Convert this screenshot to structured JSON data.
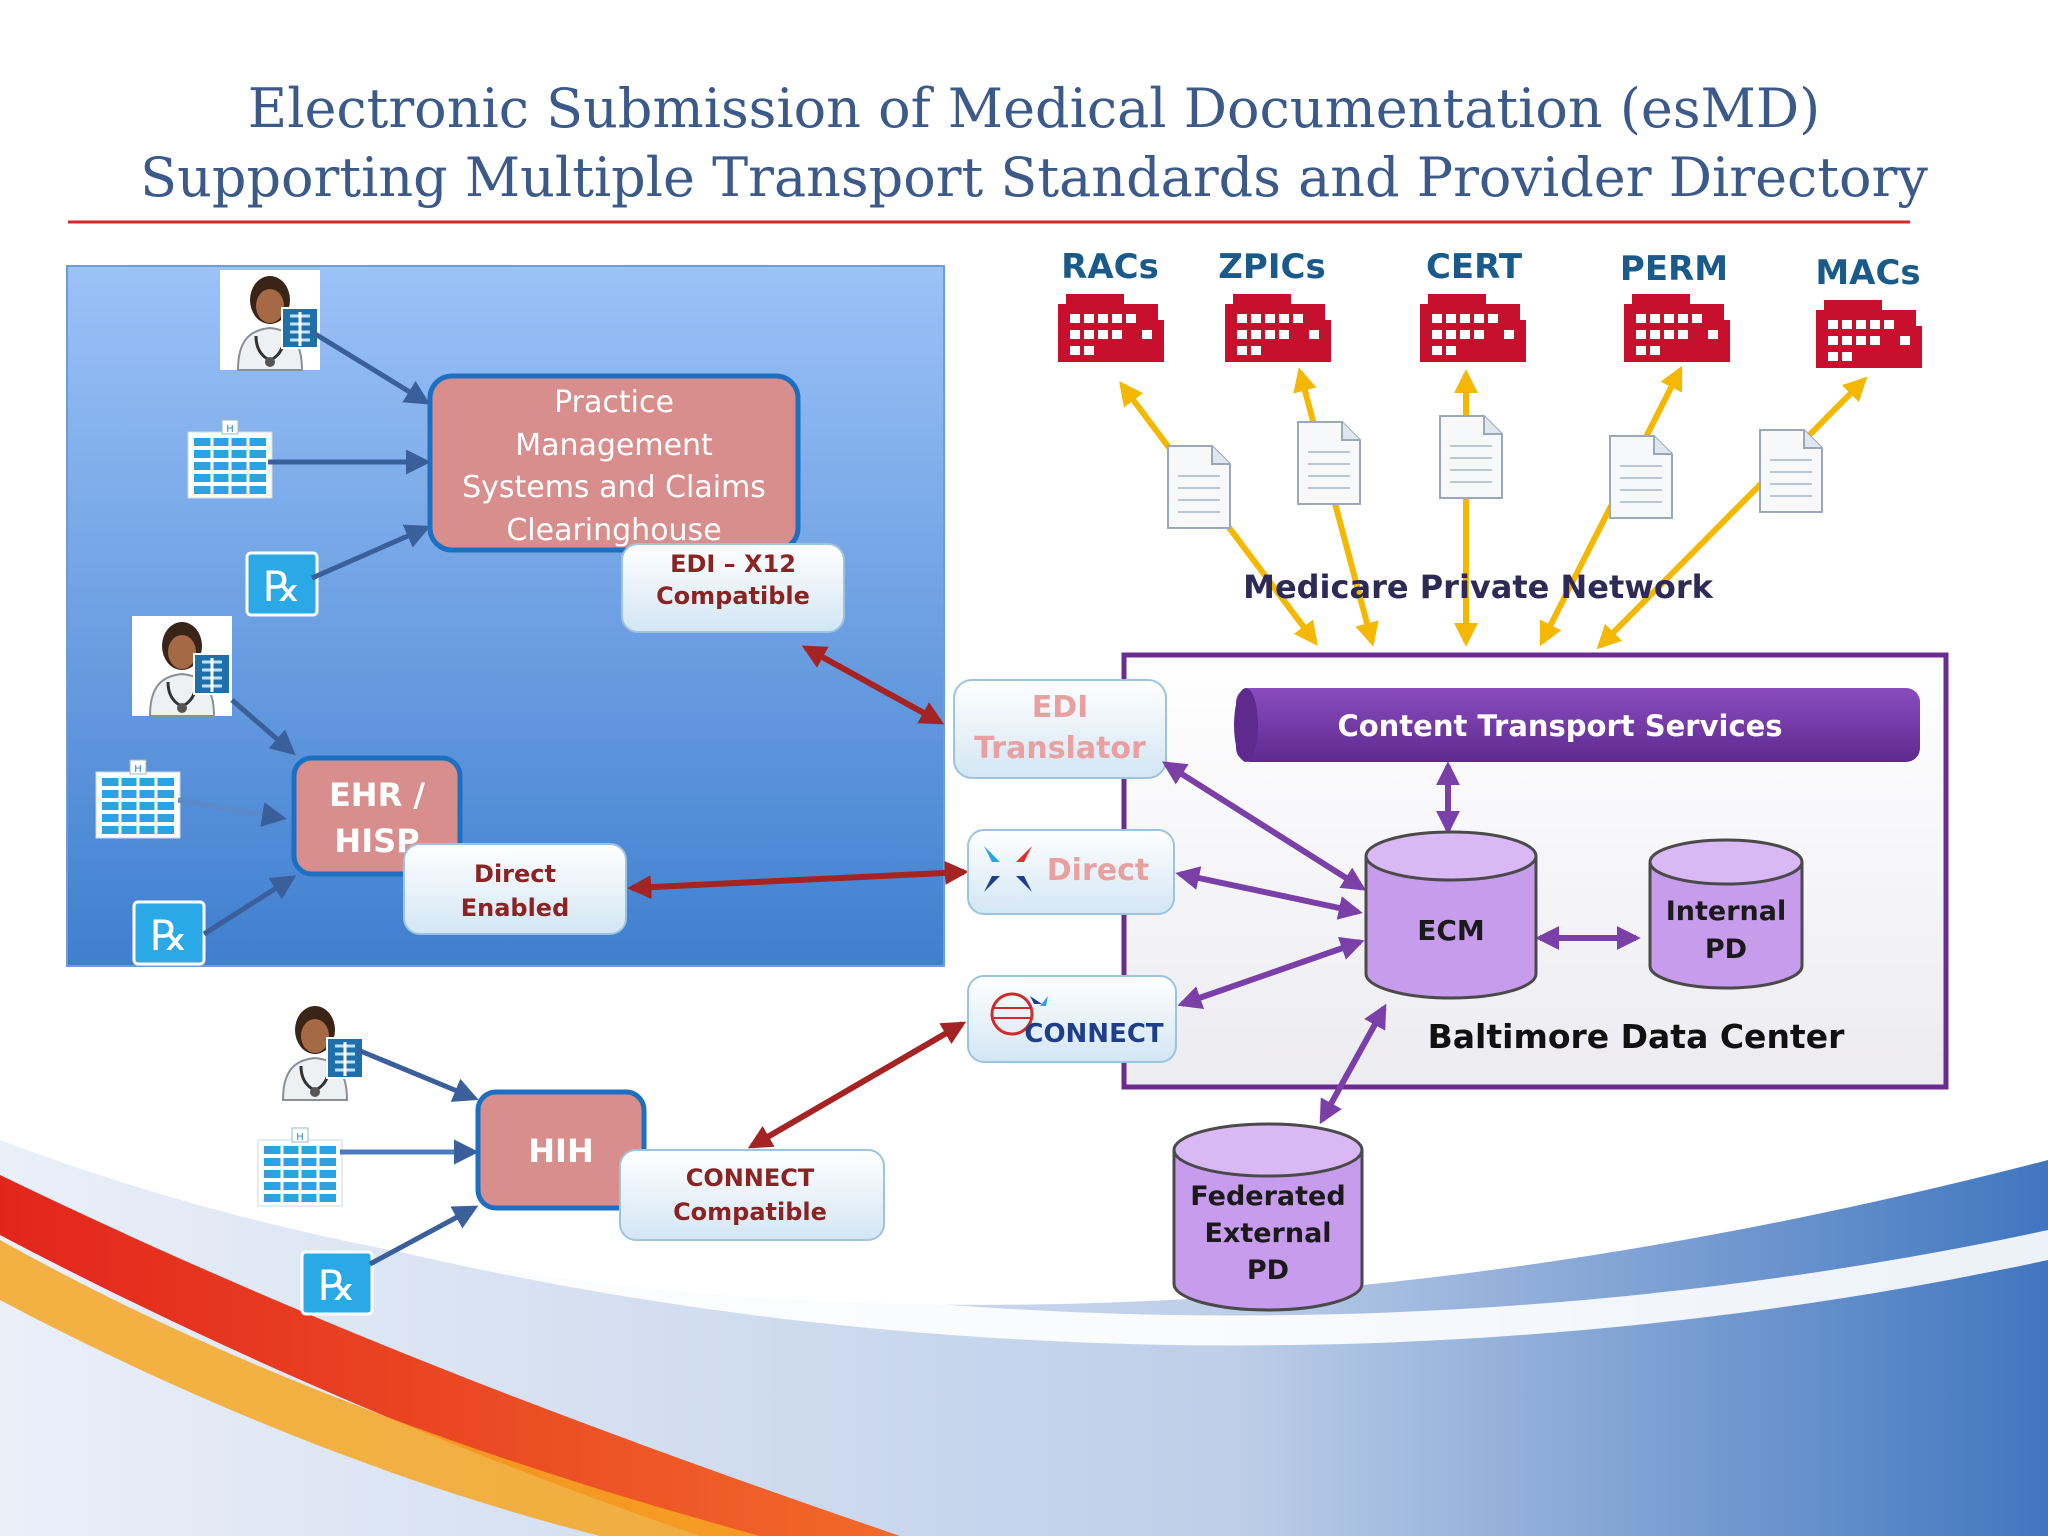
{
  "title": {
    "line1": "Electronic Submission of Medical Documentation (esMD)",
    "line2": "Supporting Multiple Transport Standards and Provider Directory"
  },
  "agencies": [
    "RACs",
    "ZPICs",
    "CERT",
    "PERM",
    "MACs"
  ],
  "network_label": "Medicare Private Network",
  "practice_box": [
    "Practice",
    "Management",
    "Systems and Claims",
    "Clearinghouse"
  ],
  "edi_x12": [
    "EDI – X12",
    "Compatible"
  ],
  "ehr_box": [
    "EHR /",
    "HISP"
  ],
  "direct_enabled": [
    "Direct",
    "Enabled"
  ],
  "hih_box": "HIH",
  "connect_compatible": [
    "CONNECT",
    "Compatible"
  ],
  "edi_translator": [
    "EDI",
    "Translator"
  ],
  "direct_gateway": "Direct",
  "connect_gateway": "CONNECT",
  "content_transport": "Content Transport Services",
  "ecm": "ECM",
  "internal_pd": [
    "Internal",
    "PD"
  ],
  "data_center": "Baltimore Data Center",
  "federated_pd": [
    "Federated",
    "External",
    "PD"
  ],
  "colors": {
    "title": "#3b5a8a",
    "rule": "#d9262b",
    "purple": "#7b3fa8",
    "dark_red": "#a52323",
    "gold": "#f5b800",
    "blue_arrow": "#3a5f9a",
    "agency_red": "#c8102e"
  }
}
